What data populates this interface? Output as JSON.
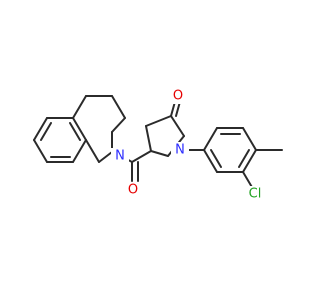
{
  "colors": {
    "bond": "#2b2b2b",
    "oxygen": "#e60000",
    "nitrogen": "#2d2dff",
    "chlorine": "#22a222",
    "background": "#ffffff"
  },
  "atoms": {
    "oxygen_ring": "O",
    "oxygen_amide": "O",
    "nitrogen_pyrrolidone": "N",
    "nitrogen_isoquinoline": "N",
    "chlorine": "Cl"
  }
}
